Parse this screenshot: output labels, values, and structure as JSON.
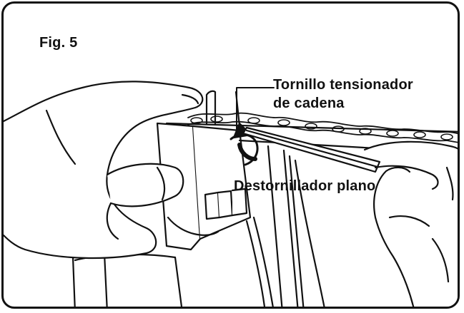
{
  "figure": {
    "fig_label": "Fig. 5",
    "labels": {
      "screw_line1": "Tornillo tensionador",
      "screw_line2": "de cadena",
      "screwdriver": "Destornillador plano"
    },
    "colors": {
      "ink": "#111111",
      "paper": "#ffffff",
      "shade": "#d9d9d9"
    }
  }
}
